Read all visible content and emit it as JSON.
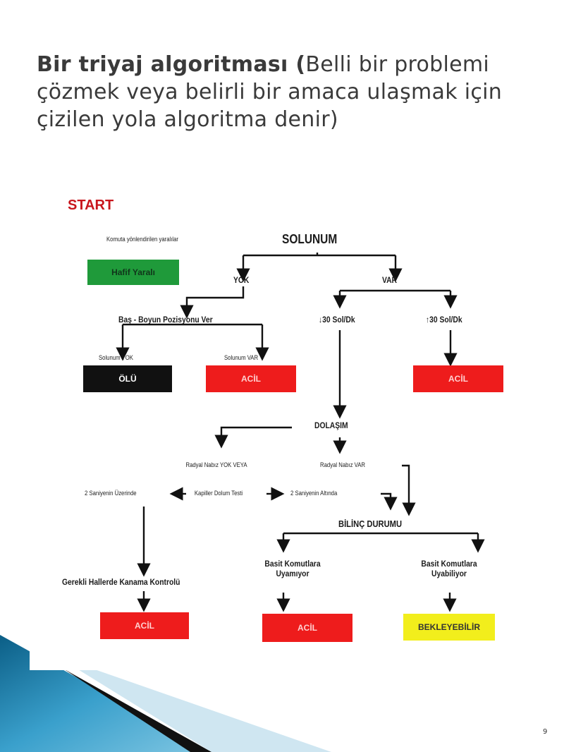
{
  "slide": {
    "title_bold": "Bir triyaj algoritması  (",
    "title_rest": "Belli bir problemi çözmek veya belirli bir amaca ulaşmak için çizilen yola algoritma denir)",
    "page_number": "9"
  },
  "diagram": {
    "start": "START",
    "trafik_note": "Komuta yönlendirilen yaralılar",
    "hafif_yarali": "Hafif Yaralı",
    "solunum": "SOLUNUM",
    "yok": "YOK",
    "var": "VAR",
    "bas_boyun": "Baş - Boyun Pozisyonu Ver",
    "sol_less_30": "30 Sol/Dk",
    "sol_more_30": "30 Sol/Dk",
    "solunum_yok": "Solunum YOK",
    "solunum_var": "Solunum VAR",
    "olu": "ÖLÜ",
    "acil_1": "ACİL",
    "acil_2": "ACİL",
    "dolasim": "DOLAŞIM",
    "radyal_yok": "Radyal Nabız YOK VEYA",
    "kapiller": "Kapiller Dolum Testi",
    "radyal_var": "Radyal Nabız VAR",
    "uzerinde": "2 Saniyenin Üzerinde",
    "altinda": "2 Saniyenin Altında",
    "bilinc": "BİLİNÇ DURUMU",
    "kanama": "Gerekli Hallerde Kanama Kontrolü",
    "uyamiyor": "Basit Komutlara Uyamıyor",
    "uyabiliyor": "Basit Komutlara Uyabiliyor",
    "acil_3": "ACİL",
    "acil_4": "ACİL",
    "bekleyebilir": "BEKLEYEBİLİR"
  }
}
